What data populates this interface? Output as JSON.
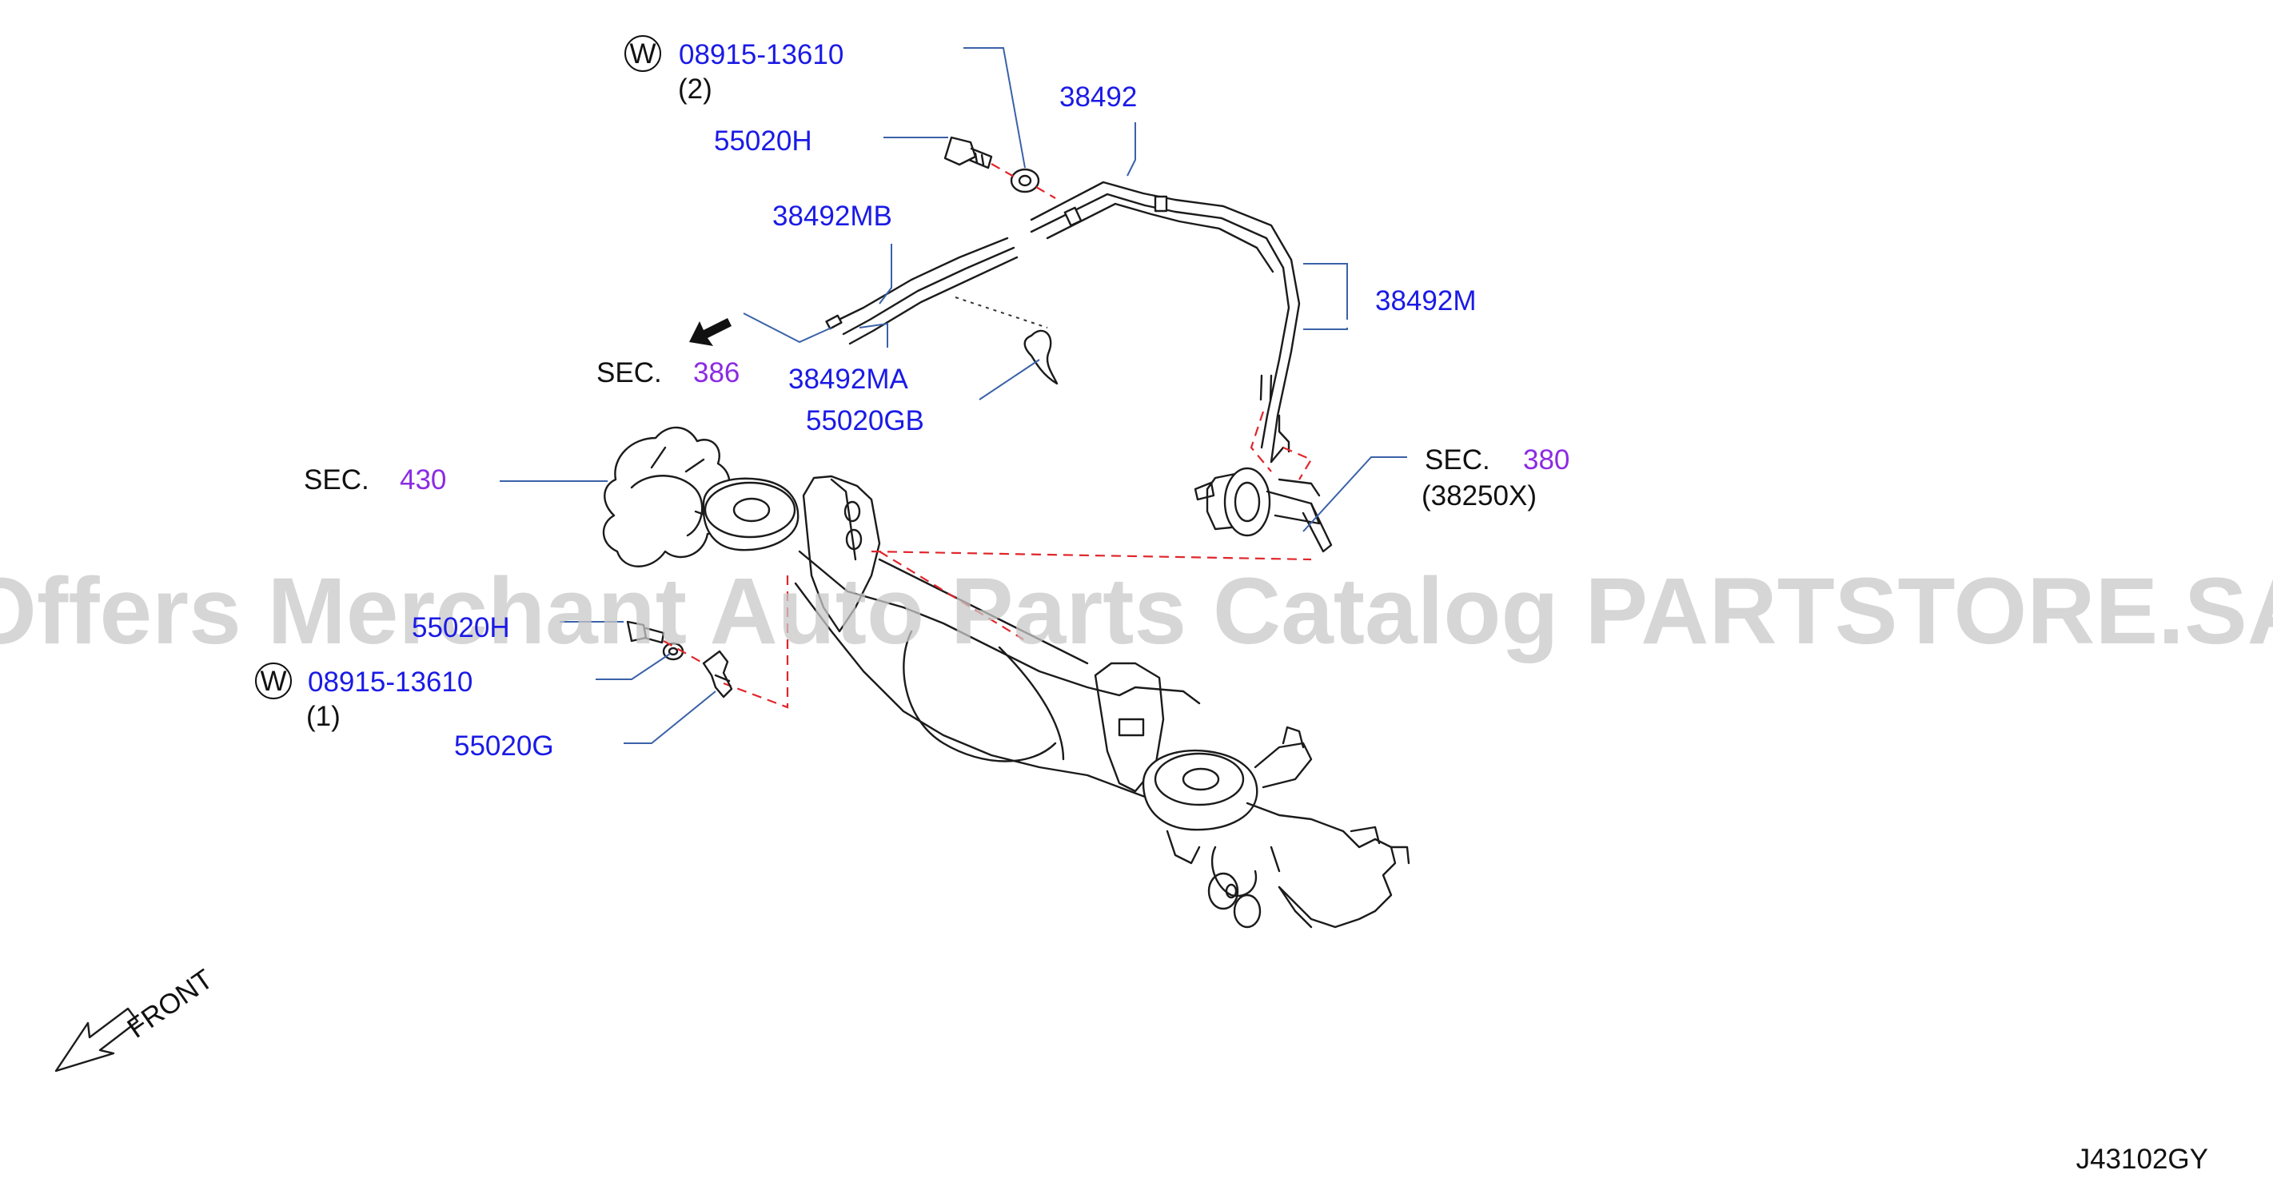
{
  "watermark": "Offers Merchant Auto Parts Catalog PARTSTORE.SA",
  "diagram_code": "J43102GY",
  "front_label": "FRONT",
  "sec_prefix": "SEC.",
  "washer_symbol": "W",
  "labels": {
    "washer_top_part": "08915-13610",
    "washer_top_qty": "(2)",
    "bolt_top": "55020H",
    "hose_main": "38492",
    "hose_mb": "38492MB",
    "hose_m": "38492M",
    "hose_ma": "38492MA",
    "clip_gb": "55020GB",
    "sec_386": "386",
    "sec_430": "430",
    "sec_380": "380",
    "sec_380_sub": "(38250X)",
    "bolt_lower": "55020H",
    "washer_lower_part": "08915-13610",
    "washer_lower_qty": "(1)",
    "clip_g": "55020G"
  },
  "colors": {
    "part_number": "#1a1ae6",
    "section_number": "#8b2be2",
    "leader_line": "#3a62a8",
    "dashed_guide": "#e0262b"
  }
}
